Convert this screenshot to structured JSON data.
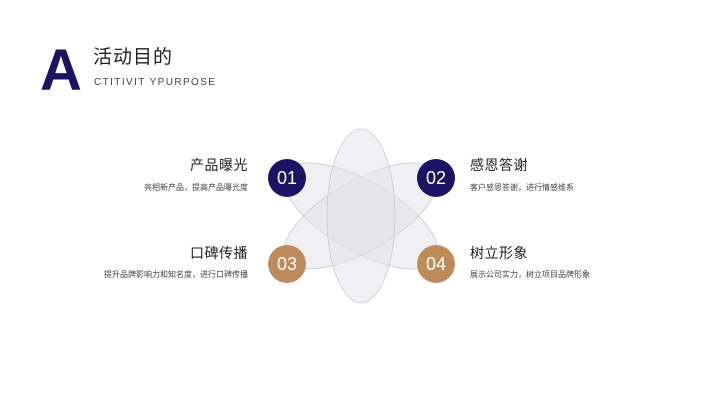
{
  "header": {
    "letter": "A",
    "title": "活动目的",
    "subtitle": "CTITIVIT YPURPOSE"
  },
  "colors": {
    "navy": "#1d1365",
    "gold": "#bf8b5b",
    "ellipse_fill": "#e6e6ea",
    "ellipse_stroke": "#c9c9d9"
  },
  "items": [
    {
      "number": "01",
      "title": "产品曝光",
      "desc": "亮相新产品，提高产品曝光度",
      "color": "navy"
    },
    {
      "number": "02",
      "title": "感恩答谢",
      "desc": "客户感恩答谢，进行情感维系",
      "color": "navy"
    },
    {
      "number": "03",
      "title": "口碑传播",
      "desc": "提升品牌影响力和知名度，进行口碑传播",
      "color": "gold"
    },
    {
      "number": "04",
      "title": "树立形象",
      "desc": "展示公司实力，树立项目品牌形象",
      "color": "gold"
    }
  ]
}
